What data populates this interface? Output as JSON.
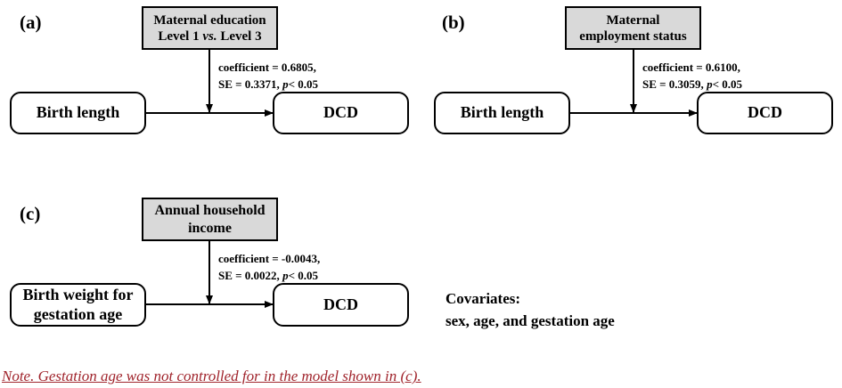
{
  "panels": {
    "a": {
      "label": "(a)",
      "moderator_line1": "Maternal education",
      "moderator_line2_pre": "Level 1 ",
      "moderator_line2_italic": "vs.",
      "moderator_line2_post": " Level 3",
      "predictor_line1": "Birth length",
      "predictor_line2": "",
      "outcome": "DCD",
      "stat_line1": "coefficient = 0.6805,",
      "stat_line2_pre": "SE = 0.3371, ",
      "stat_line2_p": "p",
      "stat_line2_post": "< 0.05"
    },
    "b": {
      "label": "(b)",
      "moderator_line1": "Maternal",
      "moderator_line2": "employment status",
      "predictor_line1": "Birth length",
      "predictor_line2": "",
      "outcome": "DCD",
      "stat_line1": "coefficient = 0.6100,",
      "stat_line2_pre": "SE = 0.3059, ",
      "stat_line2_p": "p",
      "stat_line2_post": "< 0.05"
    },
    "c": {
      "label": "(c)",
      "moderator_line1": "Annual household",
      "moderator_line2": "income",
      "predictor_line1": "Birth weight for",
      "predictor_line2": "gestation age",
      "outcome": "DCD",
      "stat_line1": "coefficient = -0.0043,",
      "stat_line2_pre": "SE = 0.0022, ",
      "stat_line2_p": "p",
      "stat_line2_post": "< 0.05"
    }
  },
  "covariates": {
    "line1": "Covariates:",
    "line2": "sex, age, and gestation age"
  },
  "note": "Note. Gestation age was not controlled for in the model shown in (c)."
}
